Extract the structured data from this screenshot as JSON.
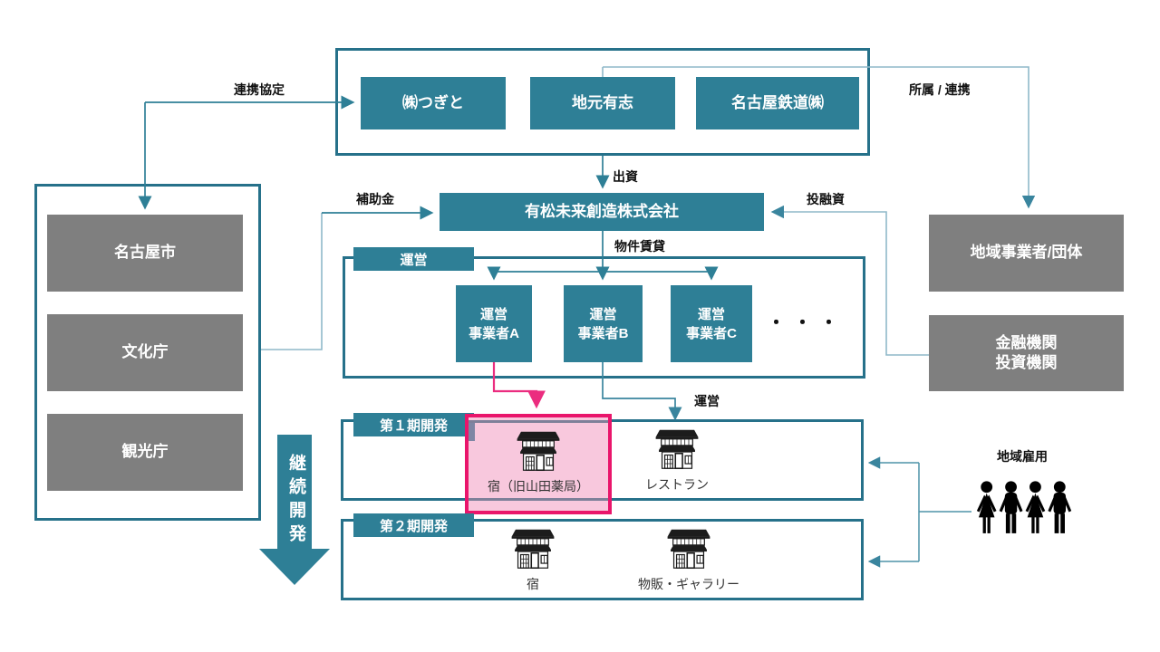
{
  "diagram": {
    "top_group": {
      "members": [
        "㈱つぎと",
        "地元有志",
        "名古屋鉄道㈱"
      ]
    },
    "company": {
      "name": "有松未来創造株式会社"
    },
    "government": {
      "items": [
        "名古屋市",
        "文化庁",
        "観光庁"
      ]
    },
    "regional_org": {
      "name": "地域事業者/団体"
    },
    "finance_org": {
      "line1": "金融機関",
      "line2": "投資機関"
    },
    "operators": {
      "tab": "運営",
      "items": [
        {
          "top": "運営",
          "bottom": "事業者A"
        },
        {
          "top": "運営",
          "bottom": "事業者B"
        },
        {
          "top": "運営",
          "bottom": "事業者C"
        }
      ],
      "more": "・・・"
    },
    "phase1": {
      "tab": "第１期開発",
      "items": [
        {
          "caption": "宿（旧山田薬局）",
          "highlighted": true
        },
        {
          "caption": "レストラン",
          "highlighted": false
        }
      ]
    },
    "phase2": {
      "tab": "第２期開発",
      "items": [
        {
          "caption": "宿"
        },
        {
          "caption": "物販・ギャラリー"
        }
      ]
    },
    "labels": {
      "renkei_kyotei": "連携協定",
      "shusshi": "出資",
      "hojokin": "補助金",
      "toyushi": "投融資",
      "shozoku_renkei": "所属 / 連携",
      "bukken_chintai": "物件賃貸",
      "unei_edge": "運営",
      "chiiki_koyo": "地域雇用",
      "keizoku_kaihatsu": "継続開発"
    },
    "colors": {
      "teal_fill": "#2E7F96",
      "teal_border": "#26718A",
      "line_dark": "#2E7F96",
      "line_medium": "#3A859E",
      "line_light": "#8FB9C9",
      "gray_fill": "#7F7F7F",
      "pink_border": "#E9156B",
      "pink_fill": "#F8C8DD",
      "pink_line": "#EB2D7F",
      "icon_black": "#111111"
    }
  }
}
